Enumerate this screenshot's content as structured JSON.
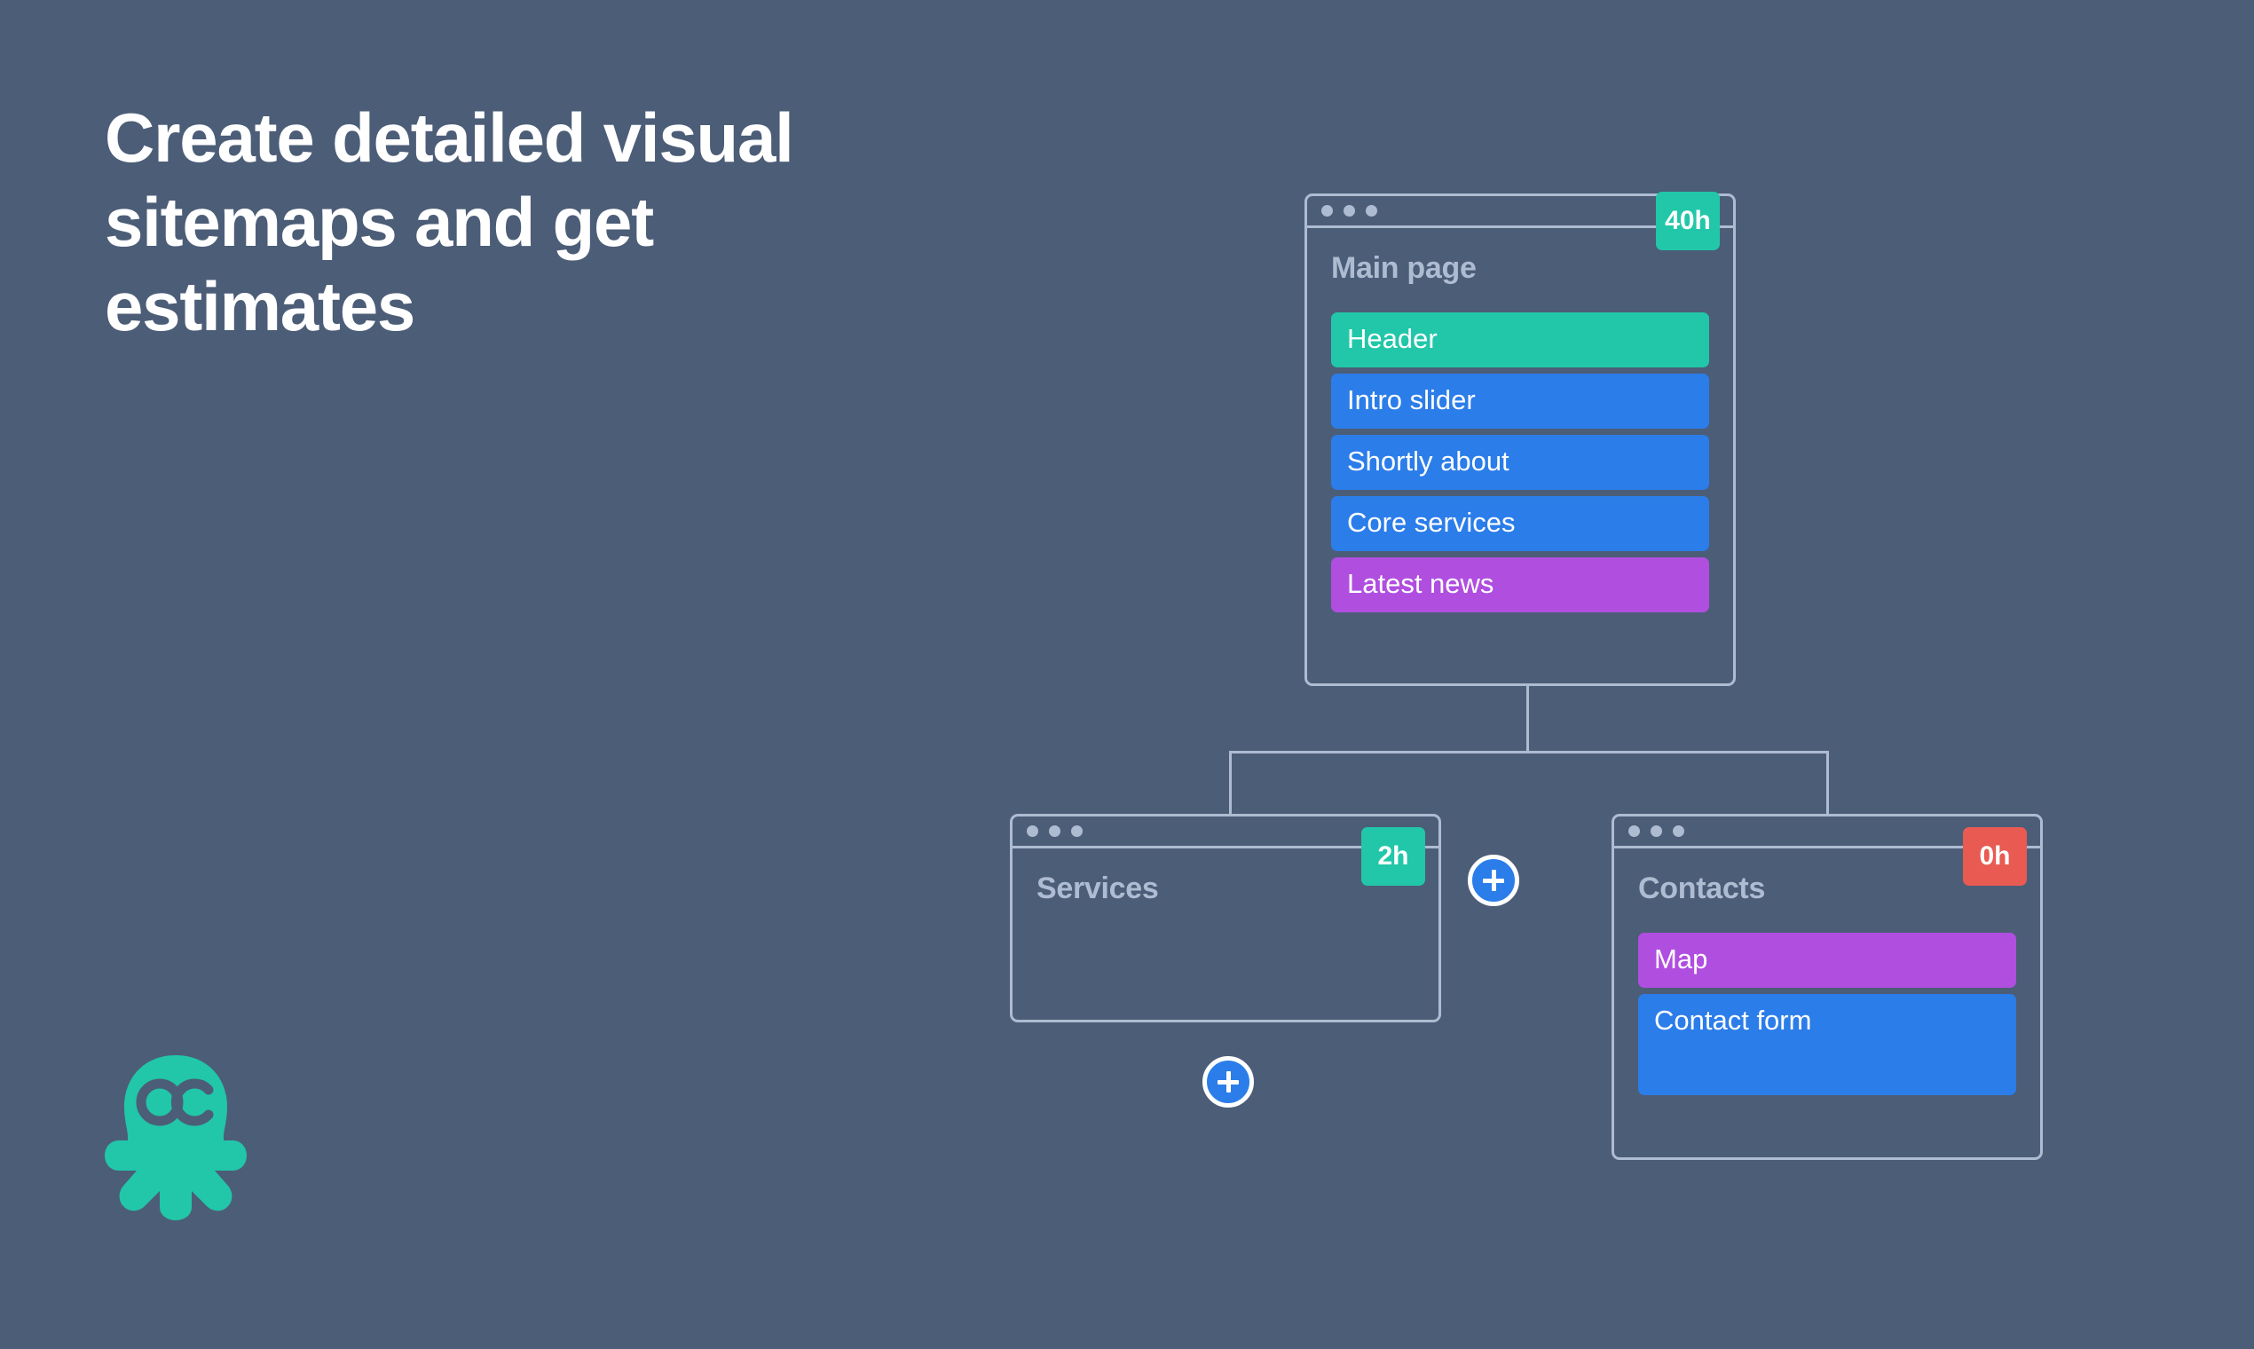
{
  "page": {
    "background_color": "#4c5d77",
    "headline_lines": [
      "Create detailed visual",
      "sitemaps and get",
      "estimates"
    ]
  },
  "logo": {
    "name": "octopus-logo",
    "color": "#21c7a8",
    "eyes_text": "OC"
  },
  "colors": {
    "accent_teal": "#21c7a8",
    "accent_blue": "#2b7de9",
    "accent_purple": "#b04ee0",
    "accent_red": "#e85a52",
    "outline": "#aebcd2",
    "title_text": "#aebcd2"
  },
  "sitemap": {
    "nodes": [
      {
        "id": "main-page",
        "title": "Main page",
        "badge": {
          "label": "40h",
          "color": "#21c7a8"
        },
        "sections": [
          {
            "label": "Header",
            "color": "#21c7a8"
          },
          {
            "label": "Intro slider",
            "color": "#2b7de9"
          },
          {
            "label": "Shortly about",
            "color": "#2b7de9"
          },
          {
            "label": "Core services",
            "color": "#2b7de9"
          },
          {
            "label": "Latest news",
            "color": "#b04ee0"
          }
        ]
      },
      {
        "id": "services",
        "title": "Services",
        "badge": {
          "label": "2h",
          "color": "#21c7a8"
        },
        "sections": []
      },
      {
        "id": "contacts",
        "title": "Contacts",
        "badge": {
          "label": "0h",
          "color": "#e85a52"
        },
        "sections": [
          {
            "label": "Map",
            "color": "#b04ee0"
          },
          {
            "label": "Contact form",
            "color": "#2b7de9"
          }
        ]
      }
    ],
    "add_buttons": [
      {
        "id": "add-sibling-services",
        "icon": "plus-icon"
      },
      {
        "id": "add-child-services",
        "icon": "plus-icon"
      }
    ]
  }
}
